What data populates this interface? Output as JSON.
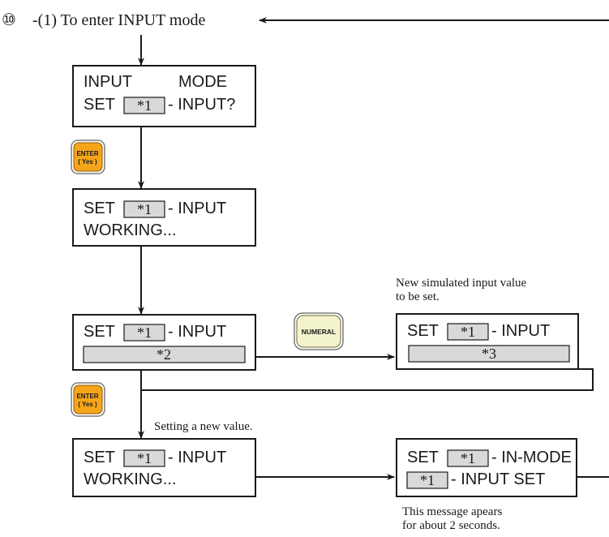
{
  "title": {
    "marker": "⑩",
    "text": "-(1) To enter INPUT mode"
  },
  "box1": {
    "line1_left": "INPUT",
    "line1_right": "MODE",
    "set_label": "SET",
    "cell": "*1",
    "line2_suffix": "- INPUT?"
  },
  "enter_key_1": {
    "line1": "ENTER",
    "line2": "( Yes )"
  },
  "box2": {
    "set_label": "SET",
    "cell": "*1",
    "line1_suffix": "- INPUT",
    "line2": "WORKING..."
  },
  "box3": {
    "set_label": "SET",
    "cell": "*1",
    "line1_suffix": "- INPUT",
    "value_cell": "*2"
  },
  "numeral_key": {
    "label": "NUMERAL"
  },
  "note_new_value": {
    "line1": "New simulated input value",
    "line2": "to be set."
  },
  "box4": {
    "set_label": "SET",
    "cell": "*1",
    "line1_suffix": "- INPUT",
    "value_cell": "*3"
  },
  "enter_key_2": {
    "line1": "ENTER",
    "line2": "( Yes )"
  },
  "note_setting": {
    "text": "Setting a new value."
  },
  "box5": {
    "set_label": "SET",
    "cell": "*1",
    "line1_suffix": "- INPUT",
    "line2": "WORKING..."
  },
  "box6": {
    "set_label": "SET",
    "cell": "*1",
    "line1_suffix": "- IN-MODE",
    "cell2": "*1",
    "line2_suffix": "- INPUT SET"
  },
  "note_message": {
    "line1": "This message apears",
    "line2": "for about 2 seconds."
  }
}
